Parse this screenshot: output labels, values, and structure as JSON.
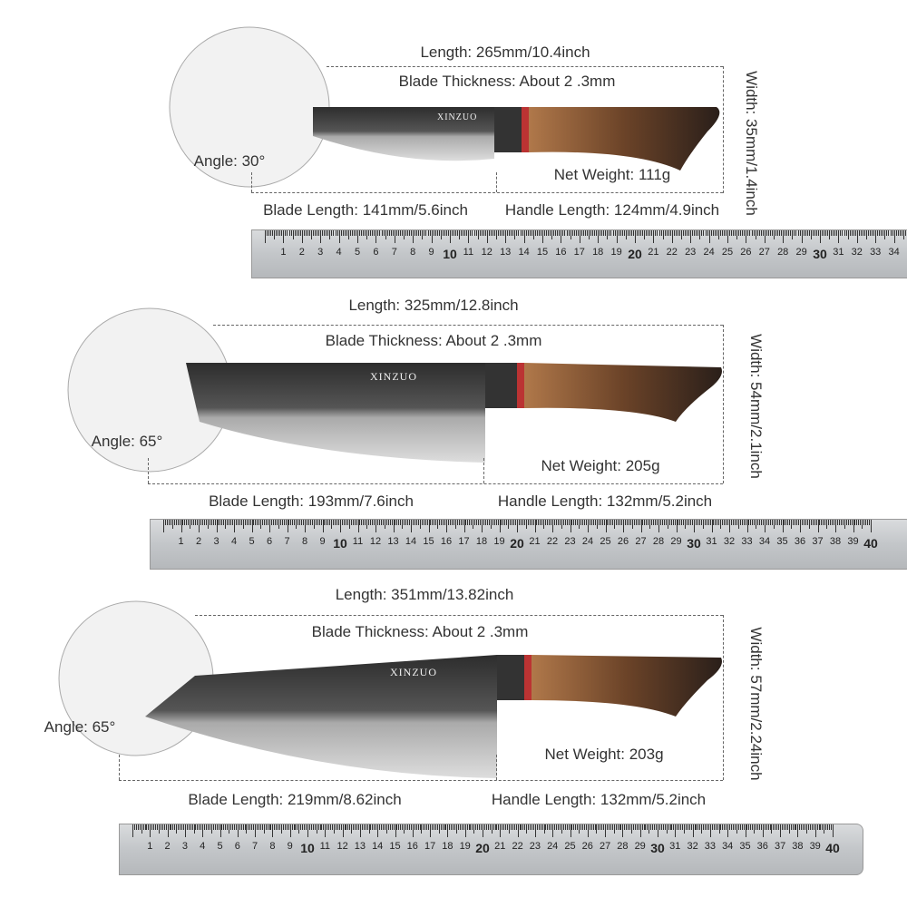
{
  "knives": [
    {
      "length": "Length: 265mm/10.4inch",
      "thickness": "Blade Thickness: About 2 .3mm",
      "width": "Width: 35mm/1.4inch",
      "angle": "Angle: 30°",
      "weight": "Net Weight: 111g",
      "blade": "Blade Length: 141mm/5.6inch",
      "handle": "Handle Length: 124mm/4.9inch",
      "ruler_max": 36
    },
    {
      "length": "Length: 325mm/12.8inch",
      "thickness": "Blade Thickness: About 2 .3mm",
      "width": "Width: 54mm/2.1inch",
      "angle": "Angle: 65°",
      "weight": "Net Weight: 205g",
      "blade": "Blade Length: 193mm/7.6inch",
      "handle": "Handle Length: 132mm/5.2inch",
      "ruler_max": 40
    },
    {
      "length": "Length: 351mm/13.82inch",
      "thickness": "Blade Thickness: About 2 .3mm",
      "width": "Width: 57mm/2.24inch",
      "angle": "Angle: 65°",
      "weight": "Net Weight: 203g",
      "blade": "Blade Length: 219mm/8.62inch",
      "handle": "Handle Length: 132mm/5.2inch",
      "ruler_max": 40
    }
  ],
  "brand": "XINZUO"
}
